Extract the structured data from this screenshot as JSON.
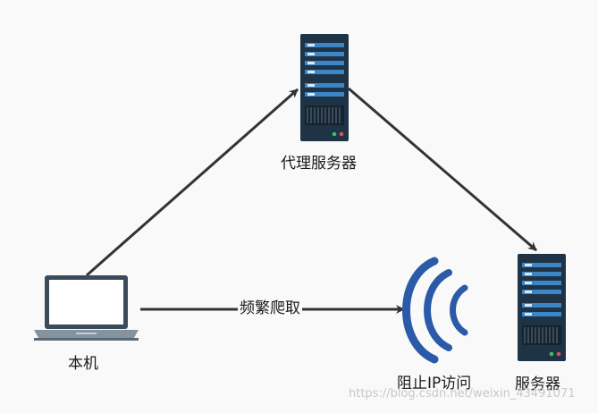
{
  "nodes": {
    "proxy_server": {
      "label": "代理服务器"
    },
    "local_machine": {
      "label": "本机"
    },
    "blocked_signal": {
      "label": "阻止IP访问"
    },
    "target_server": {
      "label": "服务器"
    }
  },
  "edges": {
    "local_to_block": {
      "label": "频繁爬取"
    }
  },
  "colors": {
    "server_body": "#1f3346",
    "server_stripe": "#3d86c6",
    "arrow": "#333333",
    "signal": "#2a5aa8",
    "background": "#f9f9f9"
  },
  "watermark": "https://blog.csdn.net/weixin_43491071"
}
